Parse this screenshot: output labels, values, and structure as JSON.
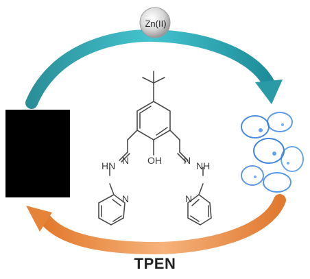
{
  "ion_label": "Zn(II)",
  "chelator_label": "TPEN",
  "atoms": {
    "oh": "OH",
    "hn_left": "HN",
    "n_left": "N",
    "n_right": "N",
    "nh_right": "NH",
    "pyridine_n_left": "N",
    "pyridine_n_right": "N"
  },
  "colors": {
    "top_arrow": "#2aa8b8",
    "bottom_arrow": "#e8823a",
    "fluorescence": "#1f6fd6",
    "dark_panel": "#000000"
  }
}
